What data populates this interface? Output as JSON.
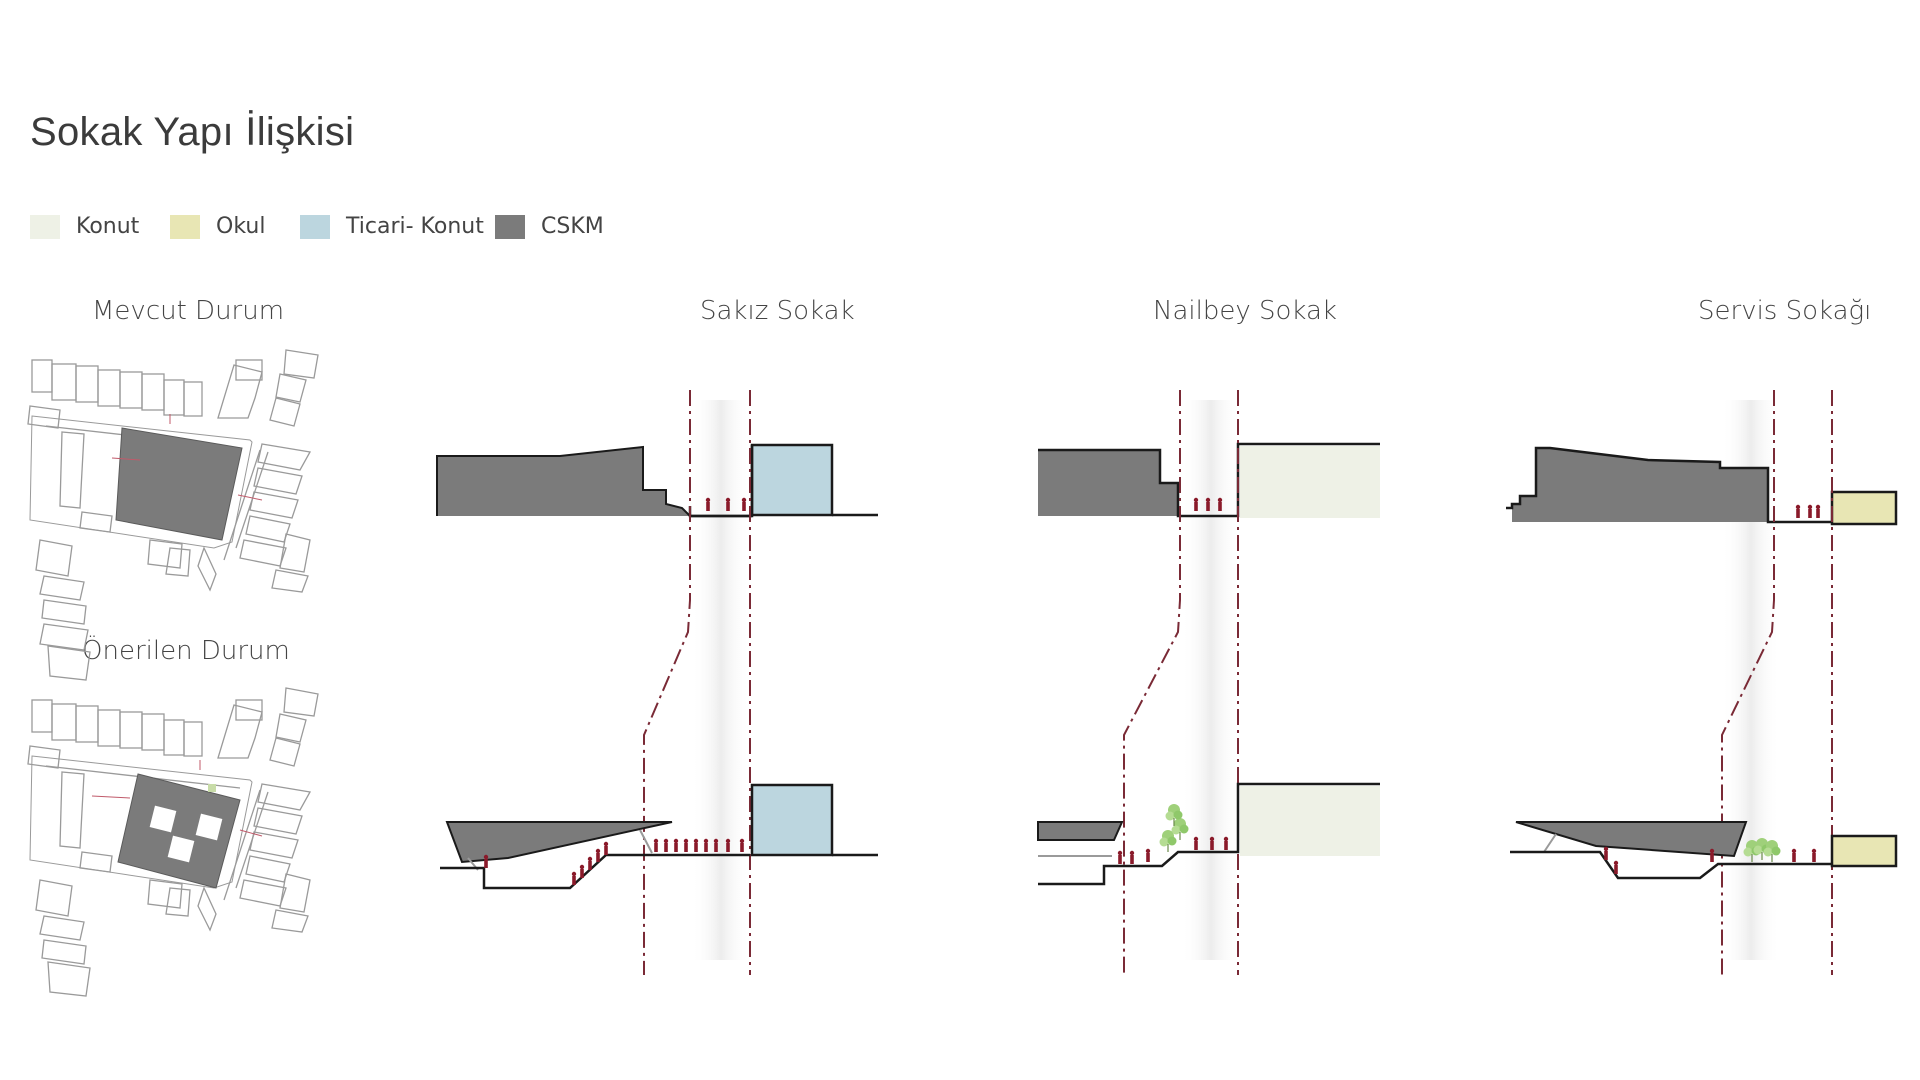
{
  "title": "Sokak Yapı İlişkisi",
  "legend": [
    {
      "label": "Konut",
      "color": "#eef1e6"
    },
    {
      "label": "Okul",
      "color": "#e8e6b4"
    },
    {
      "label": "Ticari- Konut",
      "color": "#bcd6df"
    },
    {
      "label": "CSKM",
      "color": "#7b7b7b"
    }
  ],
  "plans": {
    "current_label": "Mevcut Durum",
    "proposed_label": "Önerilen Durum"
  },
  "sections": [
    {
      "name": "Sakız Sokak"
    },
    {
      "name": "Nailbey  Sokak"
    },
    {
      "name": "Servis Sokağı"
    }
  ],
  "colors": {
    "cskm": "#7b7b7b",
    "konut": "#eef1e6",
    "okul": "#e8e6b4",
    "ticari": "#bcd6df",
    "axis": "#7a2a36",
    "person": "#8a1a2a",
    "tree": "#9fd07a",
    "outline": "#1a1a1a",
    "plan_line": "#9a9a9a"
  },
  "icons": [
    "person-icon",
    "tree-icon"
  ]
}
